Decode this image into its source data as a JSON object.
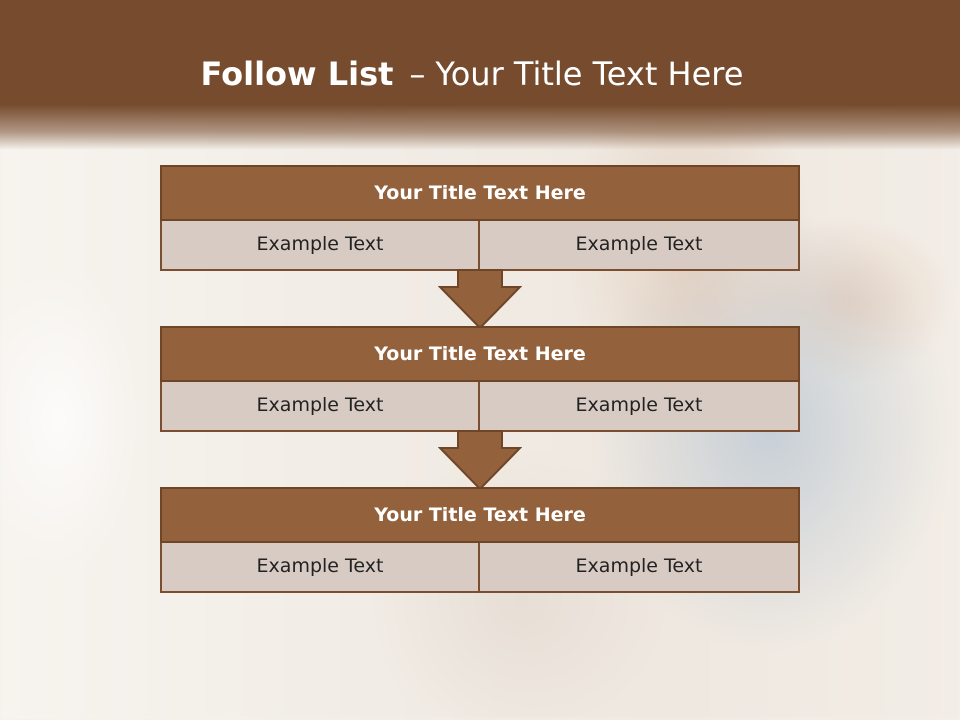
{
  "slide": {
    "title_bold": "Follow List",
    "title_separator": "–",
    "title_rest": "Your Title Text Here"
  },
  "steps": [
    {
      "title": "Your Title Text Here",
      "cells": [
        "Example Text",
        "Example Text"
      ]
    },
    {
      "title": "Your Title Text Here",
      "cells": [
        "Example Text",
        "Example Text"
      ]
    },
    {
      "title": "Your Title Text Here",
      "cells": [
        "Example Text",
        "Example Text"
      ]
    }
  ],
  "colors": {
    "header_band": "#774c2e",
    "title_bar": "#93613b",
    "cell_fill": "#d8cbc3",
    "border": "#6e4527"
  }
}
